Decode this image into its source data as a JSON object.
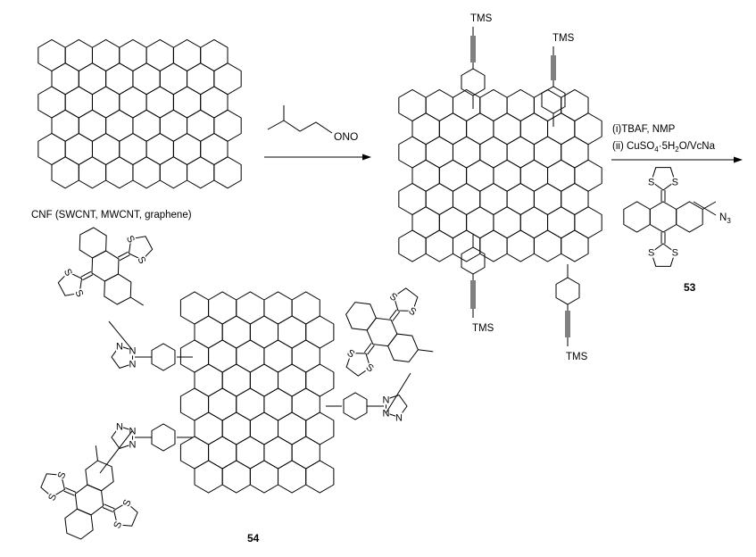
{
  "starting_material": {
    "label": "CNF (SWCNT, MWCNT, graphene)"
  },
  "step1": {
    "reagent_group": "ONO"
  },
  "intermediate": {
    "tms": [
      "TMS",
      "TMS",
      "TMS",
      "TMS"
    ]
  },
  "step2": {
    "line1": "(i)TBAF, NMP",
    "line2_prefix": "(ii) CuSO",
    "line2_sub1": "4",
    "line2_mid": "·5H",
    "line2_sub2": "2",
    "line2_suffix": "O/VcNa"
  },
  "compound53": {
    "number": "53",
    "azide": "N",
    "azide_sub": "3"
  },
  "product": {
    "number": "54"
  },
  "atoms": {
    "sulfur": "S",
    "nitrogen": "N"
  }
}
